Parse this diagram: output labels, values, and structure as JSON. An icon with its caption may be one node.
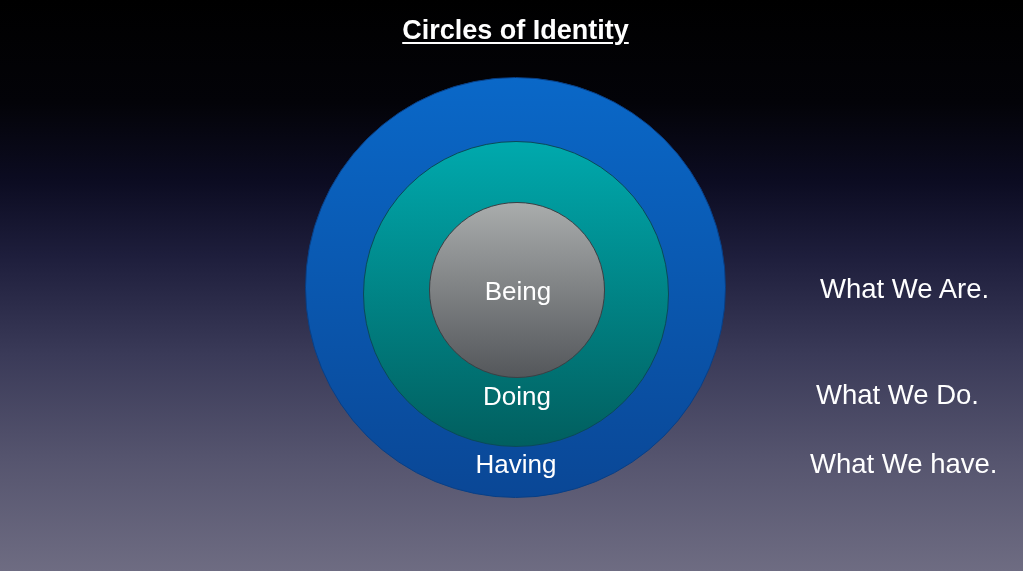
{
  "diagram": {
    "title": "Circles of Identity",
    "nodes": [
      {
        "text": [
          "Having"
        ]
      },
      {
        "text": [
          "Doing"
        ],
        "in": 0
      },
      {
        "text": [
          "Being"
        ],
        "in": 1
      }
    ],
    "labels": [
      "What We Are.",
      "What We Do.",
      "What We have."
    ]
  }
}
